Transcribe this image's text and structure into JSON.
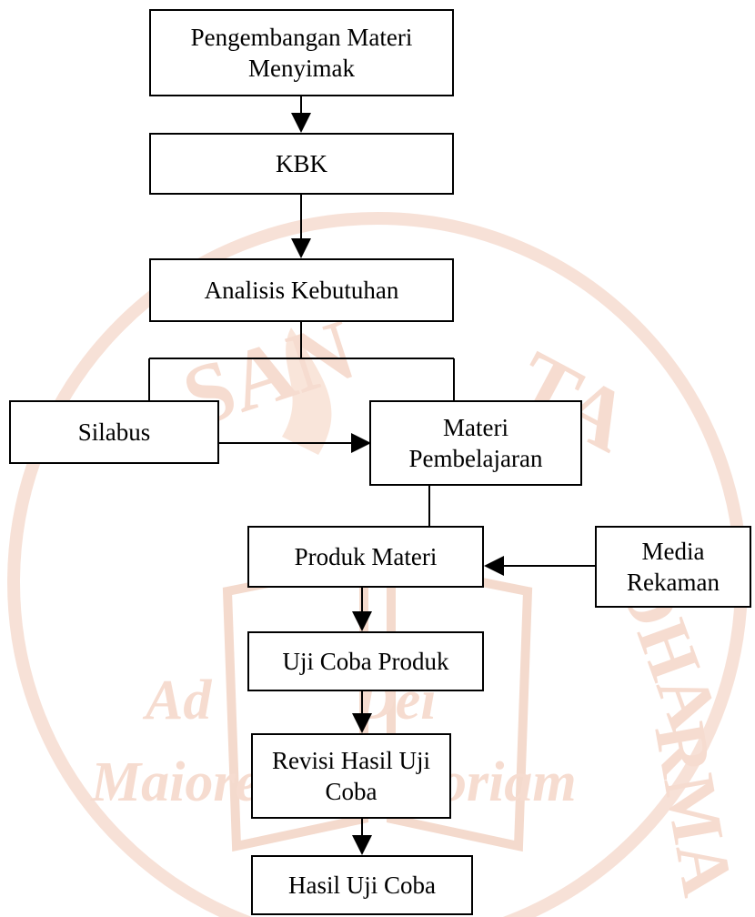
{
  "nodes": {
    "pengembangan": {
      "lines": [
        "Pengembangan Materi",
        "Menyimak"
      ]
    },
    "kbk": {
      "lines": [
        "KBK"
      ]
    },
    "analisis": {
      "lines": [
        "Analisis Kebutuhan"
      ]
    },
    "silabus": {
      "lines": [
        "Silabus"
      ]
    },
    "materi": {
      "lines": [
        "Materi",
        "Pembelajaran"
      ]
    },
    "produk": {
      "lines": [
        "Produk Materi"
      ]
    },
    "media": {
      "lines": [
        "Media",
        "Rekaman"
      ]
    },
    "ujicoba": {
      "lines": [
        "Uji Coba Produk"
      ]
    },
    "revisi": {
      "lines": [
        "Revisi Hasil Uji",
        "Coba"
      ]
    },
    "hasil": {
      "lines": [
        "Hasil Uji Coba"
      ]
    }
  },
  "watermark": {
    "text_top": "SANATA DHARMA",
    "motto": [
      "Ad",
      "Dei",
      "Maiorem",
      "Gloriam"
    ],
    "color": "#f6dcd0"
  },
  "colors": {
    "stroke": "#000000",
    "background": "#ffffff"
  }
}
